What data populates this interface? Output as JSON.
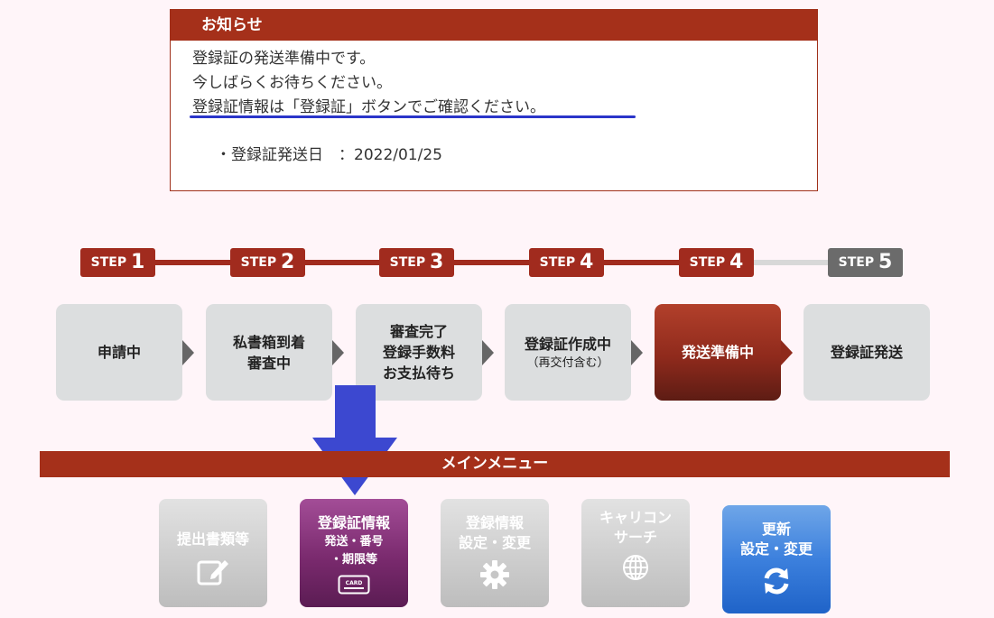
{
  "notice": {
    "title": "お知らせ",
    "lines": [
      "登録証の発送準備中です。",
      "今しばらくお待ちください。",
      "登録証情報は「登録証」ボタンでご確認ください。"
    ],
    "date_line": "・登録証発送日　：2022/01/25"
  },
  "steps": [
    {
      "word": "STEP",
      "num": "1",
      "label_lines": [
        "申請中"
      ],
      "sub": ""
    },
    {
      "word": "STEP",
      "num": "2",
      "label_lines": [
        "私書箱到着",
        "審査中"
      ],
      "sub": ""
    },
    {
      "word": "STEP",
      "num": "3",
      "label_lines": [
        "審査完了",
        "登録手数料",
        "お支払待ち"
      ],
      "sub": ""
    },
    {
      "word": "STEP",
      "num": "4",
      "label_lines": [
        "登録証作成中"
      ],
      "sub": "（再交付含む）"
    },
    {
      "word": "STEP",
      "num": "4",
      "label_lines": [
        "発送準備中"
      ],
      "sub": ""
    },
    {
      "word": "STEP",
      "num": "5",
      "label_lines": [
        "登録証発送"
      ],
      "sub": ""
    }
  ],
  "menu": {
    "title": "メインメニュー",
    "tiles": [
      {
        "lines": [
          "提出書類等"
        ],
        "small": [],
        "icon": "edit-icon"
      },
      {
        "lines": [
          "登録証情報"
        ],
        "small": [
          "発送・番号",
          "・期限等"
        ],
        "icon": "card-icon",
        "icon_text": "CARD"
      },
      {
        "lines": [
          "登録情報",
          "設定・変更"
        ],
        "small": [],
        "icon": "gear-icon"
      },
      {
        "lines": [
          "キャリコン",
          "サーチ"
        ],
        "small": [],
        "icon": "globe-icon"
      },
      {
        "lines": [
          "更新",
          "設定・変更"
        ],
        "small": [],
        "icon": "refresh-icon"
      }
    ]
  },
  "colors": {
    "brand_red": "#a5301a",
    "active_step": "#8f2a1c",
    "highlight_blue": "#2a35c9",
    "tile_purple": "#7a2a6e",
    "tile_blue": "#3c80dd"
  }
}
